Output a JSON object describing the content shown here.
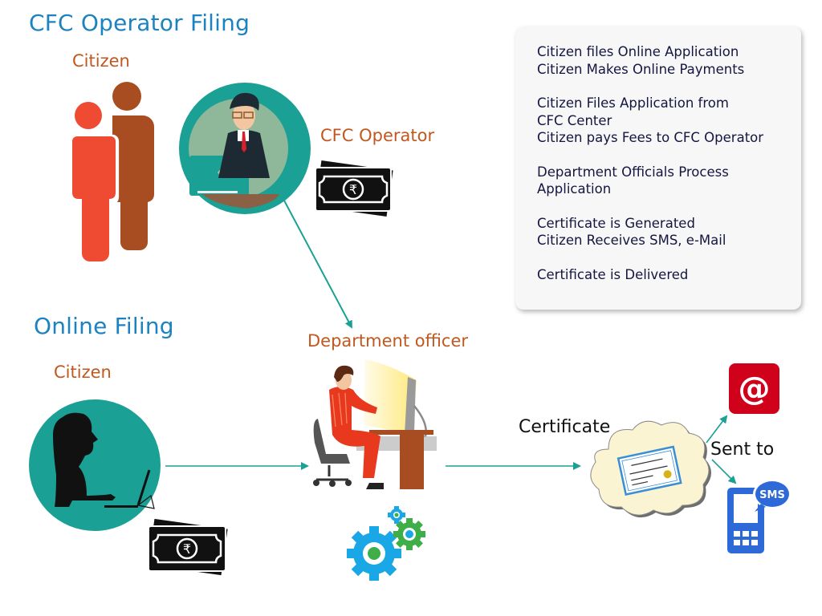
{
  "sections": {
    "cfc_title": "CFC Operator Filing",
    "online_title": "Online Filing"
  },
  "labels": {
    "cfc_citizen": "Citizen",
    "cfc_operator": "CFC Operator",
    "online_citizen": "Citizen",
    "department_officer": "Department officer",
    "certificate": "Certificate",
    "sent_to": "Sent to",
    "sms_badge": "SMS",
    "rupee_symbol": "₹",
    "at_symbol": "@"
  },
  "process_steps": [
    {
      "lines": [
        "Citizen files Online Application",
        "Citizen Makes Online Payments"
      ]
    },
    {
      "lines": [
        "Citizen Files Application from",
        "CFC Center",
        "Citizen pays Fees to CFC Operator"
      ]
    },
    {
      "lines": [
        "Department Officials Process",
        "Application"
      ]
    },
    {
      "lines": [
        "Certificate is Generated",
        "Citizen Receives SMS, e-Mail"
      ]
    },
    {
      "lines": [
        "Certificate is Delivered"
      ]
    }
  ],
  "colors": {
    "heading_blue": "#1c82c0",
    "label_orange": "#c0581f",
    "teal": "#1aa094",
    "citizen_front": "#ef4b33",
    "citizen_back": "#a84d22",
    "email_red": "#d0021b",
    "sms_blue": "#2d6ad8",
    "cloud_fill": "#fbf4d2",
    "panel_text": "#14163f"
  }
}
